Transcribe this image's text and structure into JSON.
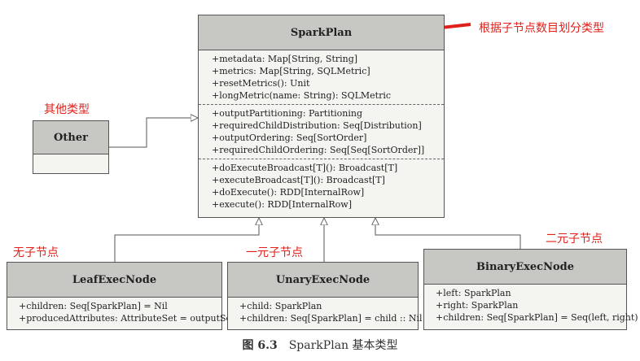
{
  "annotations": {
    "partition_note": "根据子节点数目划分类型",
    "other_note": "其他类型",
    "leaf_note": "无子节点",
    "unary_note": "一元子节点",
    "binary_note": "二元子节点"
  },
  "sparkplan": {
    "name": "SparkPlan",
    "group1": [
      "+metadata: Map[String, String]",
      "+metrics: Map[String, SQLMetric]",
      "+resetMetrics(): Unit",
      "+longMetric(name: String): SQLMetric"
    ],
    "group2": [
      "+outputPartitioning: Partitioning",
      "+requiredChildDistribution: Seq[Distribution]",
      "+outputOrdering: Seq[SortOrder]",
      "+requiredChildOrdering: Seq[Seq[SortOrder]]"
    ],
    "group3": [
      "+doExecuteBroadcast[T](): Broadcast[T]",
      "+executeBroadcast[T](): Broadcast[T]",
      "+doExecute(): RDD[InternalRow]",
      "+execute(): RDD[InternalRow]"
    ]
  },
  "other": {
    "name": "Other"
  },
  "leaf": {
    "name": "LeafExecNode",
    "members": [
      "+children: Seq[SparkPlan] = Nil",
      "+producedAttributes: AttributeSet = outputSet"
    ]
  },
  "unary": {
    "name": "UnaryExecNode",
    "members": [
      "+child: SparkPlan",
      "+children: Seq[SparkPlan] = child :: Nil"
    ]
  },
  "binary": {
    "name": "BinaryExecNode",
    "members": [
      "+left: SparkPlan",
      "+right: SparkPlan",
      "+children: Seq[SparkPlan] = Seq(left, right)"
    ]
  },
  "caption": {
    "figure": "图 6.3",
    "text": "SparkPlan 基本类型"
  },
  "colors": {
    "annotation": "#e0201a",
    "header": "#c7c7c4",
    "box": "#f4f4f1"
  }
}
